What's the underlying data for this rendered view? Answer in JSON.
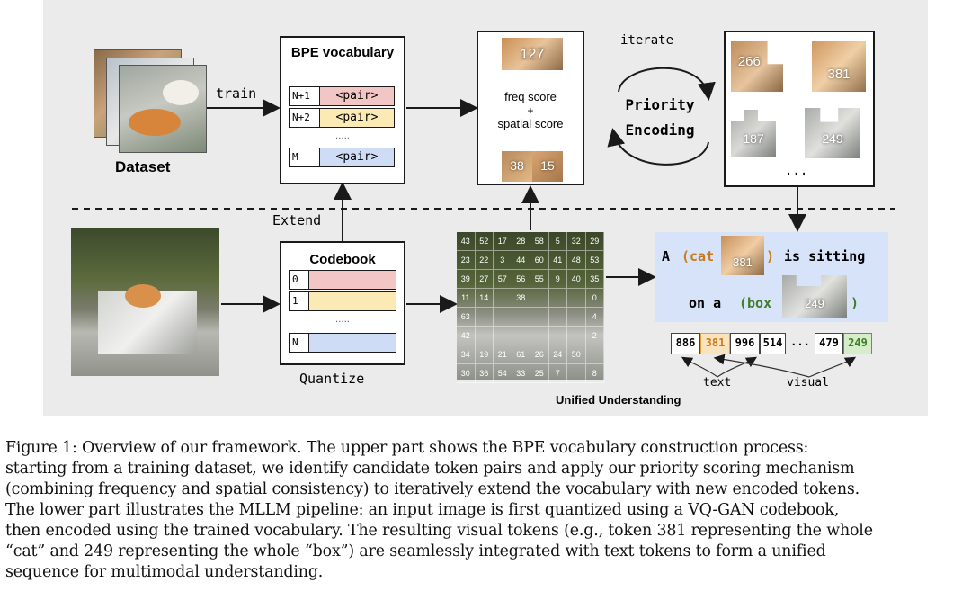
{
  "figure": {
    "dataset_label": "Dataset",
    "train_label": "train",
    "bpe_title": "BPE vocabulary",
    "bpe_rows": [
      {
        "index": "N+1",
        "value": "<pair>",
        "color": "#f3c6c6"
      },
      {
        "index": "N+2",
        "value": "<pair>",
        "color": "#fbeab3"
      },
      {
        "index": "M",
        "value": "<pair>",
        "color": "#cfdcf5"
      }
    ],
    "dots": ".....",
    "extend_label": "Extend",
    "codebook_title": "Codebook",
    "codebook_rows": [
      {
        "index": "0",
        "color": "#f3c6c6"
      },
      {
        "index": "1",
        "color": "#fbeab3"
      },
      {
        "index": "N",
        "color": "#cfdcf5"
      }
    ],
    "quantize_label": "Quantize",
    "score_top_token": "127",
    "score_bottom_tokens": [
      "38",
      "15"
    ],
    "freq_score": "freq score",
    "plus": "+",
    "spatial_score": "spatial score",
    "iterate_label": "iterate",
    "priority_label": "Priority",
    "encoding_label": "Encoding",
    "merge_examples": [
      {
        "from": "266",
        "to": "381"
      },
      {
        "from": "187",
        "to": "249"
      }
    ],
    "merge_ellipsis": "...",
    "grid_values": [
      "43",
      "52",
      "17",
      "28",
      "58",
      "5",
      "32",
      "29",
      "23",
      "22",
      "3",
      "44",
      "60",
      "41",
      "48",
      "53",
      "39",
      "27",
      "57",
      "56",
      "55",
      "9",
      "40",
      "35",
      "11",
      "14",
      "",
      "38",
      "",
      "",
      "",
      "0",
      "63",
      "",
      "",
      "",
      "",
      "",
      "",
      "4",
      "42",
      "",
      "",
      "",
      "",
      "",
      "",
      "2",
      "34",
      "19",
      "21",
      "61",
      "26",
      "24",
      "50",
      "",
      "30",
      "36",
      "54",
      "33",
      "25",
      "7",
      "",
      "8"
    ],
    "unified_label": "Unified Understanding",
    "sentence": {
      "a": "A",
      "open1": "(cat",
      "cat_token": "381",
      "close1": ")",
      "is_sitting": "is sitting",
      "on_a": "on a",
      "open2": "(box",
      "box_token": "249",
      "close2": ")",
      "cat_color": "#c97a1c",
      "box_color": "#3f7d2c"
    },
    "tokens": [
      "886",
      "381",
      "996",
      "514",
      "...",
      "479",
      "249"
    ],
    "text_label": "text",
    "visual_label": "visual"
  },
  "caption": {
    "label": "Figure 1:",
    "lines": [
      "Figure 1:  Overview of our framework.  The upper part shows the BPE vocabulary construction process:",
      "starting from a training dataset, we identify candidate token pairs and apply our priority scoring mechanism",
      "(combining frequency and spatial consistency) to iteratively extend the vocabulary with new encoded tokens.",
      "The lower part illustrates the MLLM pipeline: an input image is first quantized using a VQ-GAN codebook,",
      "then encoded using the trained vocabulary. The resulting visual tokens (e.g., token 381 representing the whole",
      "“cat” and 249 representing the whole “box”) are seamlessly integrated with text tokens to form a unified",
      "sequence for multimodal understanding."
    ]
  }
}
